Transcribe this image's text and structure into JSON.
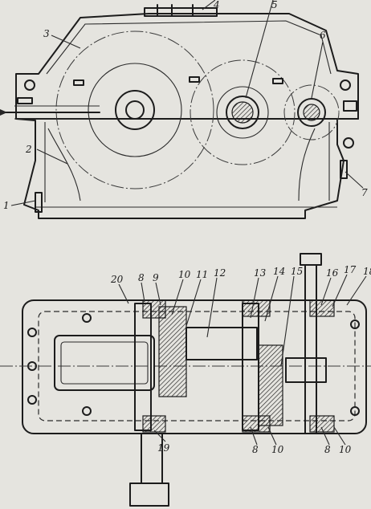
{
  "figure": {
    "labels": [
      "1",
      "2",
      "3",
      "4",
      "5",
      "6",
      "7",
      "8",
      "8",
      "8",
      "9",
      "10",
      "10",
      "10",
      "11",
      "12",
      "13",
      "14",
      "15",
      "16",
      "17",
      "18",
      "19",
      "20"
    ]
  }
}
